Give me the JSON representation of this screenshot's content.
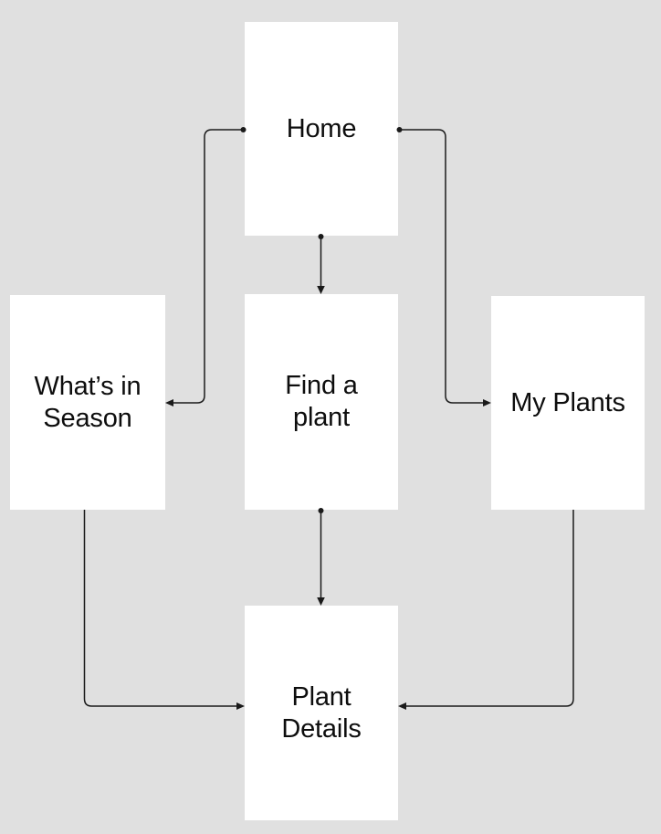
{
  "canvas": {
    "background_color": "#e0e0e0",
    "node_background_color": "#ffffff",
    "edge_color": "#1a1a1a",
    "text_color": "#0d0d0d"
  },
  "nodes": [
    {
      "id": "home",
      "label": "Home"
    },
    {
      "id": "whats-in-season",
      "label": "What’s in\nSeason"
    },
    {
      "id": "find-a-plant",
      "label": "Find a\nplant"
    },
    {
      "id": "my-plants",
      "label": "My Plants"
    },
    {
      "id": "plant-details",
      "label": "Plant\nDetails"
    }
  ],
  "edges": [
    {
      "from": "home",
      "to": "whats-in-season"
    },
    {
      "from": "home",
      "to": "find-a-plant"
    },
    {
      "from": "home",
      "to": "my-plants"
    },
    {
      "from": "whats-in-season",
      "to": "plant-details"
    },
    {
      "from": "find-a-plant",
      "to": "plant-details"
    },
    {
      "from": "my-plants",
      "to": "plant-details"
    }
  ]
}
